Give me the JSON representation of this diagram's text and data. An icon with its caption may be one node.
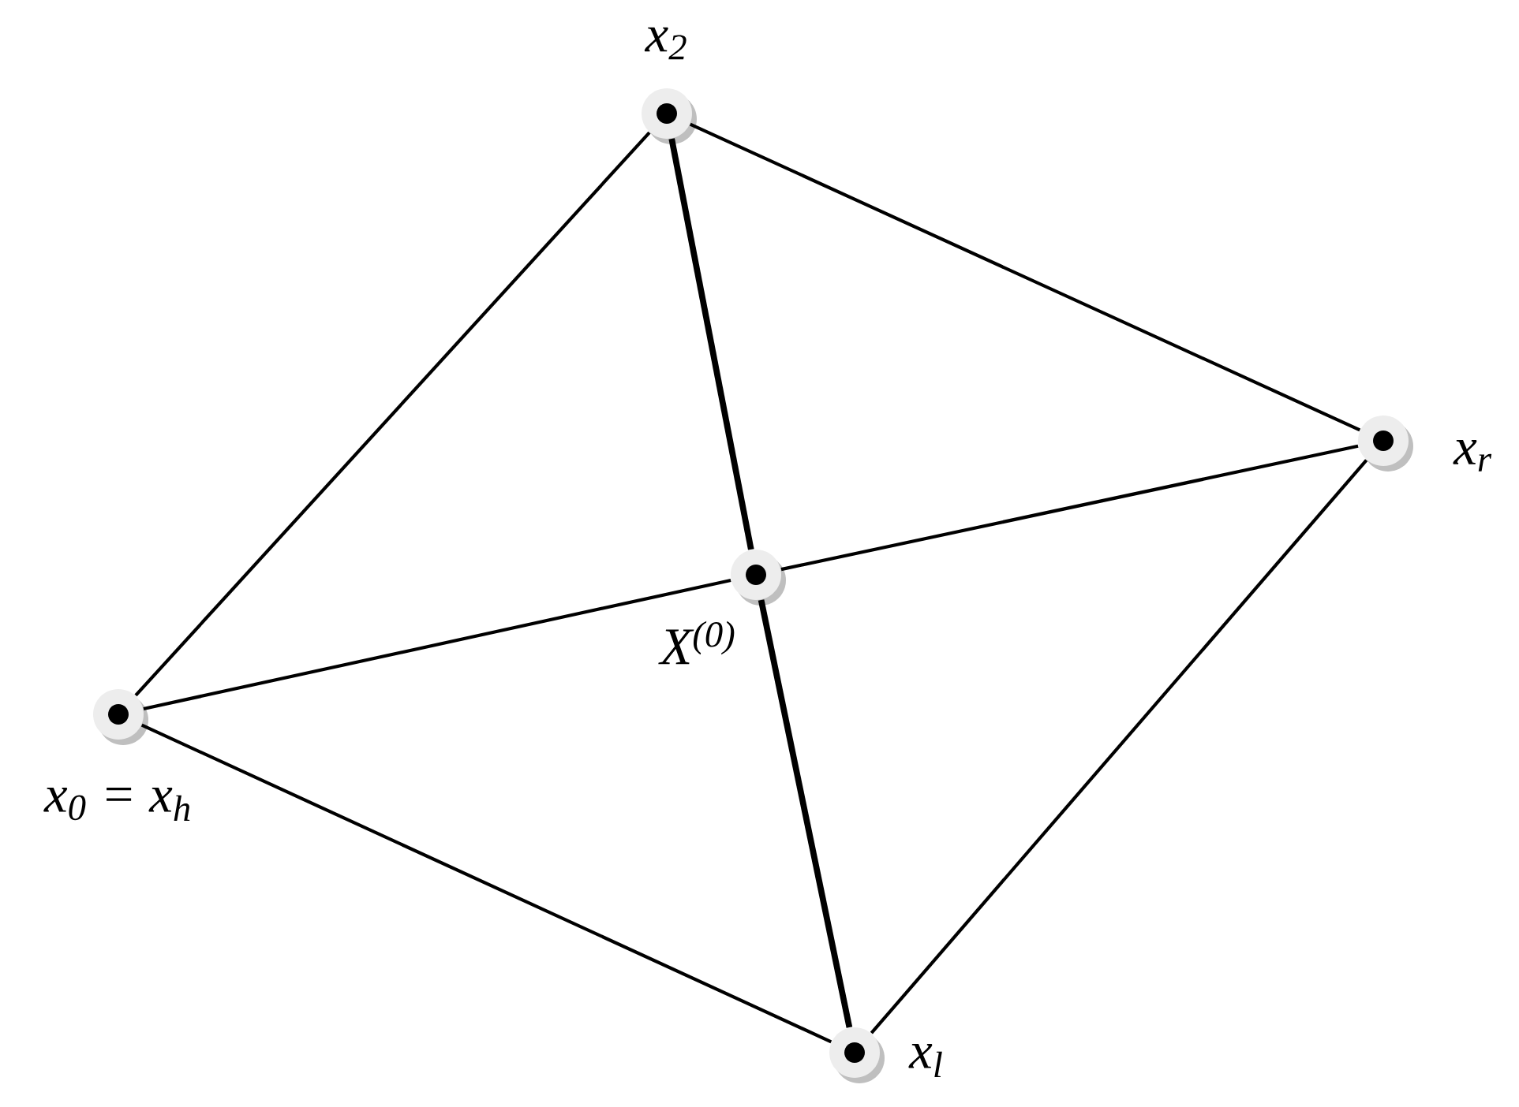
{
  "diagram": {
    "nodes": [
      {
        "text": [],
        "shape": "circle",
        "beside": [
          "x$_{2}$"
        ]
      },
      {
        "text": [],
        "shape": "circle",
        "beside": [
          "x$_{r}$"
        ]
      },
      {
        "text": [],
        "shape": "circle",
        "beside": [
          "X$^{(0)}$"
        ]
      },
      {
        "text": [],
        "shape": "circle",
        "beside": [
          "x$_{0}$ = x$_{h}$"
        ]
      },
      {
        "text": [],
        "shape": "circle",
        "beside": [
          "x$_{l}$"
        ]
      }
    ],
    "edges": [
      {
        "from": 0,
        "to": 3,
        "arrow": "none"
      },
      {
        "from": 0,
        "to": 2,
        "arrow": "none",
        "style": "thick"
      },
      {
        "from": 0,
        "to": 1,
        "arrow": "none"
      },
      {
        "from": 1,
        "to": 2,
        "arrow": "none"
      },
      {
        "from": 1,
        "to": 4,
        "arrow": "none"
      },
      {
        "from": 2,
        "to": 3,
        "arrow": "none"
      },
      {
        "from": 2,
        "to": 4,
        "arrow": "none",
        "style": "thick"
      },
      {
        "from": 3,
        "to": 4,
        "arrow": "none"
      }
    ]
  }
}
